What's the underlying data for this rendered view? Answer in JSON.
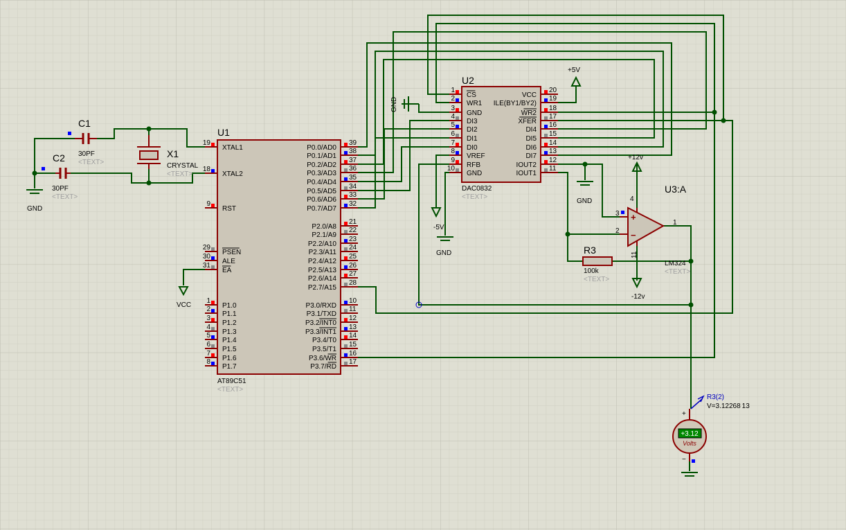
{
  "colors": {
    "background": "#dfdfd3",
    "grid_minor": "#cfcfc2",
    "grid_major": "#bdbdb0",
    "wire": "#005000",
    "component": "#8b0000",
    "body_fill": "#ccc6b8",
    "label": "#000000",
    "text_placeholder": "#a0a0a0",
    "pin_red": "#ff0000",
    "pin_blue": "#0000ff",
    "pin_gray": "#888888",
    "probe": "#0000c0",
    "meter_fill": "#d0c8b8",
    "meter_lcd": "#008800",
    "meter_lcd_text": "#ffffff"
  },
  "components": {
    "u1": {
      "ref": "U1",
      "part": "AT89C51",
      "text": "<TEXT>",
      "left_pins": [
        {
          "num": "19",
          "name": "XTAL1"
        },
        {
          "num": "18",
          "name": "XTAL2"
        },
        {
          "num": "9",
          "name": "RST"
        },
        {
          "num": "29",
          "name": "PSEN"
        },
        {
          "num": "30",
          "name": "ALE"
        },
        {
          "num": "31",
          "name": "EA"
        },
        {
          "num": "1",
          "name": "P1.0"
        },
        {
          "num": "2",
          "name": "P1.1"
        },
        {
          "num": "3",
          "name": "P1.2"
        },
        {
          "num": "4",
          "name": "P1.3"
        },
        {
          "num": "5",
          "name": "P1.4"
        },
        {
          "num": "6",
          "name": "P1.5"
        },
        {
          "num": "7",
          "name": "P1.6"
        },
        {
          "num": "8",
          "name": "P1.7"
        }
      ],
      "right_pins": [
        {
          "num": "39",
          "name": "P0.0/AD0"
        },
        {
          "num": "38",
          "name": "P0.1/AD1"
        },
        {
          "num": "37",
          "name": "P0.2/AD2"
        },
        {
          "num": "36",
          "name": "P0.3/AD3"
        },
        {
          "num": "35",
          "name": "P0.4/AD4"
        },
        {
          "num": "34",
          "name": "P0.5/AD5"
        },
        {
          "num": "33",
          "name": "P0.6/AD6"
        },
        {
          "num": "32",
          "name": "P0.7/AD7"
        },
        {
          "num": "21",
          "name": "P2.0/A8"
        },
        {
          "num": "22",
          "name": "P2.1/A9"
        },
        {
          "num": "23",
          "name": "P2.2/A10"
        },
        {
          "num": "24",
          "name": "P2.3/A11"
        },
        {
          "num": "25",
          "name": "P2.4/A12"
        },
        {
          "num": "26",
          "name": "P2.5/A13"
        },
        {
          "num": "27",
          "name": "P2.6/A14"
        },
        {
          "num": "28",
          "name": "P2.7/A15"
        },
        {
          "num": "10",
          "name": "P3.0/RXD"
        },
        {
          "num": "11",
          "name": "P3.1/TXD"
        },
        {
          "num": "12",
          "name": "P3.2/INT0"
        },
        {
          "num": "13",
          "name": "P3.3/INT1"
        },
        {
          "num": "14",
          "name": "P3.4/T0"
        },
        {
          "num": "15",
          "name": "P3.5/T1"
        },
        {
          "num": "16",
          "name": "P3.6/WR"
        },
        {
          "num": "17",
          "name": "P3.7/RD"
        }
      ]
    },
    "u2": {
      "ref": "U2",
      "part": "DAC0832",
      "text": "<TEXT>",
      "left_pins": [
        {
          "num": "1",
          "name": "CS"
        },
        {
          "num": "2",
          "name": "WR1"
        },
        {
          "num": "3",
          "name": "GND"
        },
        {
          "num": "4",
          "name": "DI3"
        },
        {
          "num": "5",
          "name": "DI2"
        },
        {
          "num": "6",
          "name": "DI1"
        },
        {
          "num": "7",
          "name": "DI0"
        },
        {
          "num": "8",
          "name": "VREF"
        },
        {
          "num": "9",
          "name": "RFB"
        },
        {
          "num": "10",
          "name": "GND"
        }
      ],
      "right_pins": [
        {
          "num": "20",
          "name": "VCC"
        },
        {
          "num": "19",
          "name": "ILE(BY1/BY2)"
        },
        {
          "num": "18",
          "name": "WR2"
        },
        {
          "num": "17",
          "name": "XFER"
        },
        {
          "num": "16",
          "name": "DI4"
        },
        {
          "num": "15",
          "name": "DI5"
        },
        {
          "num": "14",
          "name": "DI6"
        },
        {
          "num": "13",
          "name": "DI7"
        },
        {
          "num": "12",
          "name": "IOUT2"
        },
        {
          "num": "11",
          "name": "IOUT1"
        }
      ]
    },
    "u3": {
      "ref": "U3:A",
      "part": "LM324",
      "text": "<TEXT>",
      "pins": {
        "plus": "3",
        "minus": "2",
        "out": "1",
        "vplus": "4",
        "vminus": "11"
      },
      "plus_sign": "+",
      "minus_sign": "−"
    },
    "c1": {
      "ref": "C1",
      "value": "30PF",
      "text": "<TEXT>"
    },
    "c2": {
      "ref": "C2",
      "value": "30PF",
      "text": "<TEXT>"
    },
    "x1": {
      "ref": "X1",
      "value": "CRYSTAL",
      "text": "<TEXT>"
    },
    "r3": {
      "ref": "R3",
      "value": "100k",
      "text": "<TEXT>"
    },
    "voltmeter": {
      "display": "+3.12",
      "unit": "Volts",
      "plus": "+",
      "minus": "−"
    }
  },
  "power": {
    "gnd_label": "GND",
    "vcc_label": "VCC",
    "p5v_label": "+5V",
    "n5v_label": "-5V",
    "p12v_label": "+12v",
    "n12v_label": "-12v"
  },
  "probe": {
    "name": "R3(2)",
    "reading": "V=3.12268 13"
  }
}
